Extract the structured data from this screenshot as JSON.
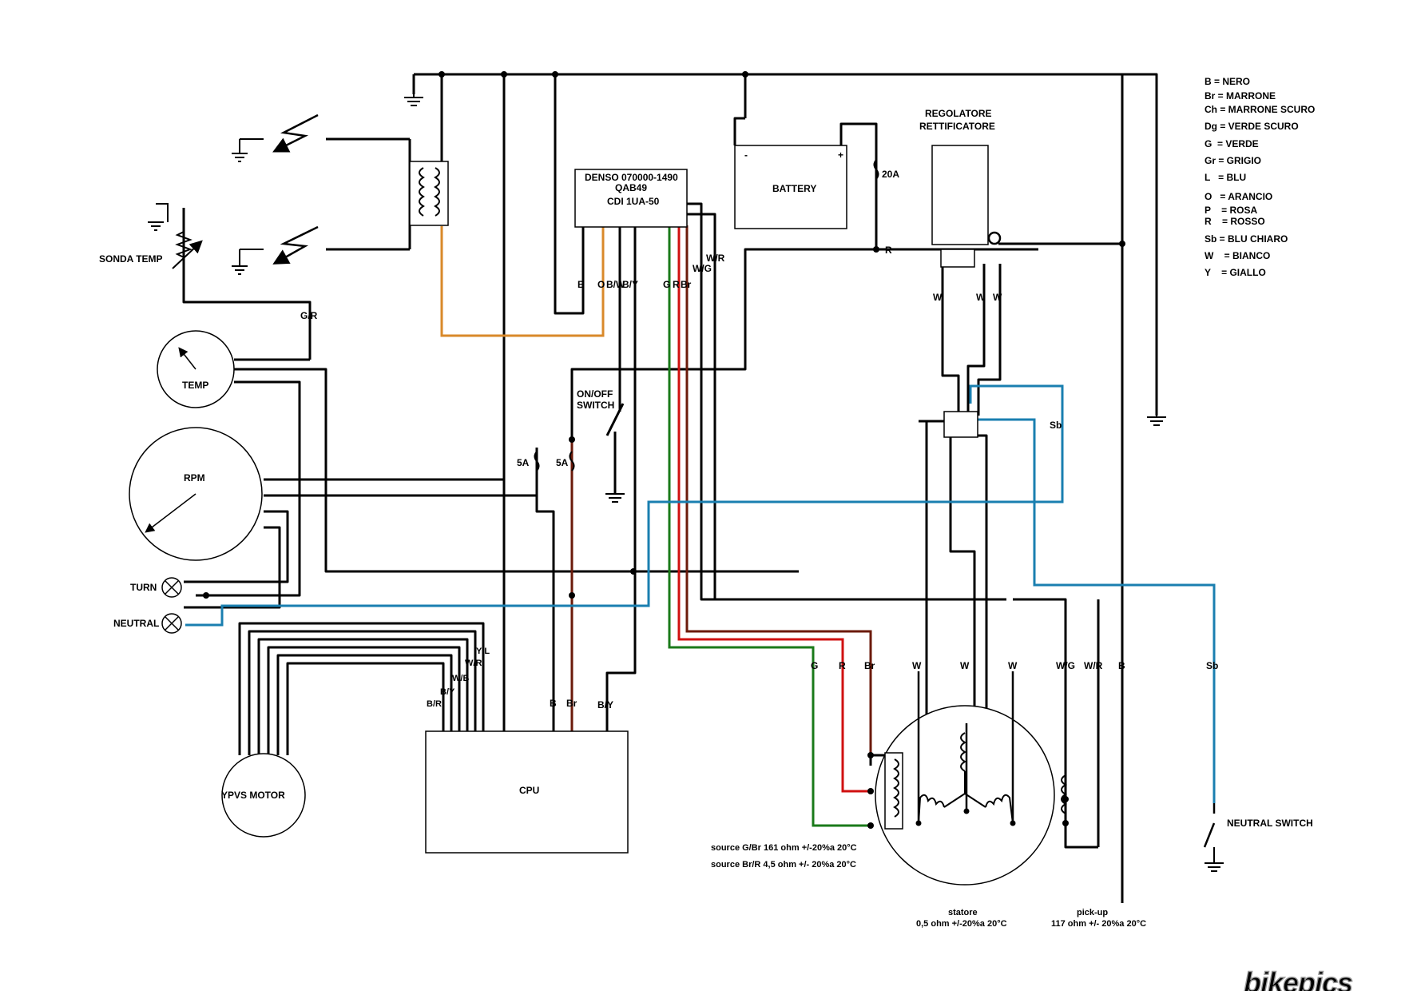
{
  "diagram": {
    "components": {
      "sonda_temp": "SONDA TEMP",
      "temp": "TEMP",
      "rpm": "RPM",
      "turn": "TURN",
      "neutral": "NEUTRAL",
      "ypvs_motor": "YPVS MOTOR",
      "cpu": "CPU",
      "cdi_line1": "DENSO 070000-1490",
      "cdi_line2": "QAB49",
      "cdi_line3": "CDI 1UA-50",
      "battery": "BATTERY",
      "battery_minus": "-",
      "battery_plus": "+",
      "regolatore_line1": "REGOLATORE",
      "regolatore_line2": "RETTIFICATORE",
      "onoff_line1": "ON/OFF",
      "onoff_line2": "SWITCH",
      "neutral_switch": "NEUTRAL SWITCH",
      "statore": "statore",
      "statore_spec": "0,5 ohm +/-20%a 20°C",
      "pickup": "pick-up",
      "pickup_spec": "117 ohm +/- 20%a 20°C",
      "source1": "source G/Br 161 ohm +/-20%a 20°C",
      "source2": "source Br/R 4,5 ohm +/- 20%a 20°C"
    },
    "fuses": {
      "main": "20A",
      "fuse_a": "5A",
      "fuse_b": "5A"
    },
    "wire_labels": {
      "gr": "G/R",
      "cdi_b": "B",
      "cdi_o": "O",
      "cdi_b_wb": "B/W",
      "cdi_b_y": "B/Y",
      "cdi_g": "G",
      "cdi_r": "R",
      "cdi_br": "Br",
      "cdi_wr": "W/R",
      "cdi_wg": "W/G",
      "reg_r": "R",
      "reg_w1": "W",
      "reg_w2": "W",
      "reg_w3": "W",
      "sb_reg": "Sb",
      "ypvs_yl": "Y/L",
      "ypvs_wr": "W/R",
      "ypvs_wb": "W/B",
      "ypvs_by": "B/Y",
      "ypvs_br": "B/R",
      "cpu_b": "B",
      "cpu_br": "Br",
      "cpu_by": "B/Y",
      "st_g": "G",
      "st_r": "R",
      "st_br": "Br",
      "st_w1": "W",
      "st_w2": "W",
      "st_w3": "W",
      "pu_wg": "W/G",
      "pu_wr": "W/R",
      "gnd_b": "B",
      "ns_sb": "Sb"
    },
    "legend": [
      "B = NERO",
      "Br = MARRONE",
      "Ch = MARRONE SCURO",
      "Dg = VERDE SCURO",
      "G  = VERDE",
      "Gr = GRIGIO",
      "L   = BLU",
      "O   = ARANCIO",
      "P    = ROSA",
      "R    = ROSSO",
      "Sb = BLU CHIARO",
      "W    = BIANCO",
      "Y    = GIALLO"
    ],
    "watermark": "bikepics"
  },
  "colors": {
    "wire_black": "#000000",
    "wire_blue": "#1a7fb0",
    "wire_orange": "#d9892a",
    "wire_green": "#1a7a1a",
    "wire_red": "#d01010",
    "wire_brown": "#6b1a0a"
  }
}
